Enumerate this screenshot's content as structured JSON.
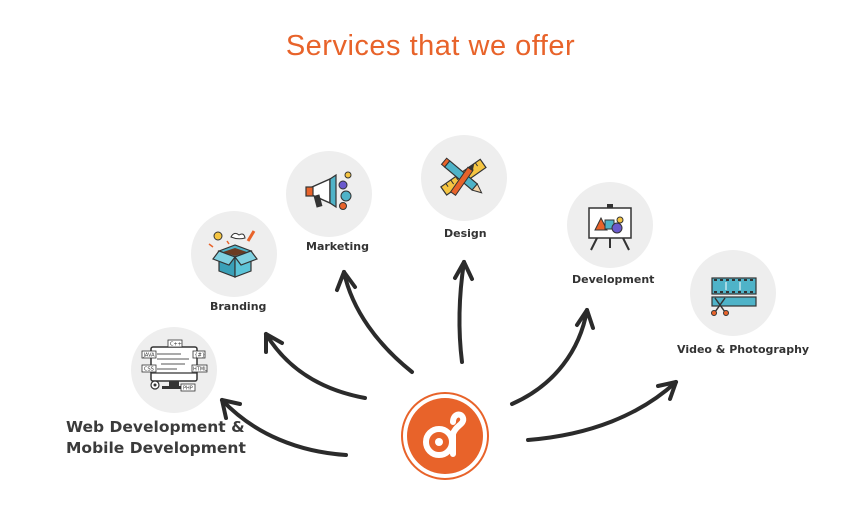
{
  "title": "Services that we offer",
  "services": [
    {
      "id": "web",
      "label_line1": "Web Development &",
      "label_line2": "Mobile Development",
      "icon": "code-screen-icon"
    },
    {
      "id": "branding",
      "label": "Branding",
      "icon": "open-box-icon"
    },
    {
      "id": "marketing",
      "label": "Marketing",
      "icon": "megaphone-icon"
    },
    {
      "id": "design",
      "label": "Design",
      "icon": "pencil-ruler-icon"
    },
    {
      "id": "development",
      "label": "Development",
      "icon": "presentation-board-icon"
    },
    {
      "id": "video",
      "label": "Video & Photography",
      "icon": "film-strip-icon"
    }
  ],
  "center": {
    "icon": "company-logo-icon"
  },
  "code_tags": [
    "JAVA",
    "C++",
    "{#}",
    "CSS",
    "HTML",
    "PHP"
  ],
  "colors": {
    "accent": "#e8632a",
    "circle_bg": "#eeeeee",
    "text": "#333333",
    "arrow": "#2b2b2b"
  }
}
